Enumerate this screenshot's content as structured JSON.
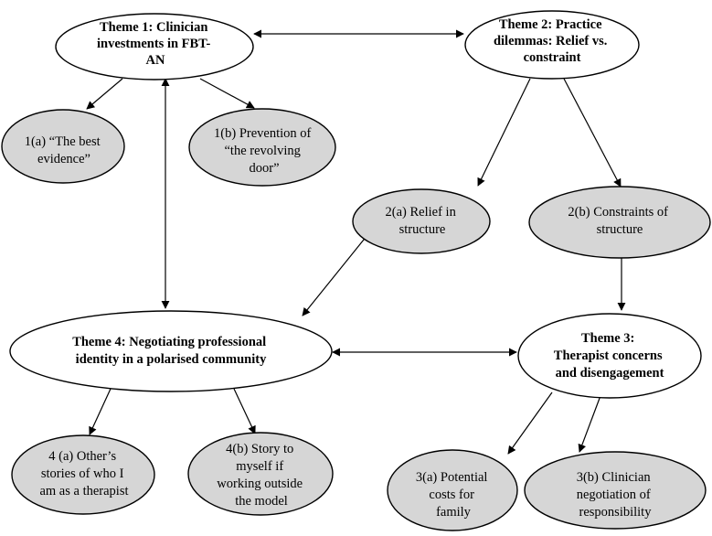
{
  "themes": {
    "t1": [
      "Theme 1: Clinician",
      "investments in FBT-",
      "AN"
    ],
    "t2": [
      "Theme 2: Practice",
      "dilemmas: Relief vs.",
      "constraint"
    ],
    "t3": [
      "Theme 3:",
      "Therapist concerns",
      "and disengagement"
    ],
    "t4": [
      "Theme 4: Negotiating professional",
      "identity in a polarised community"
    ]
  },
  "subthemes": {
    "s1a": [
      "1(a) “The best",
      "evidence”"
    ],
    "s1b": [
      "1(b) Prevention of",
      "“the revolving",
      "door”"
    ],
    "s2a": [
      "2(a) Relief in",
      "structure"
    ],
    "s2b": [
      "2(b) Constraints of",
      "structure"
    ],
    "s3a": [
      "3(a) Potential",
      "costs for",
      "family"
    ],
    "s3b": [
      "3(b) Clinician",
      "negotiation of",
      "responsibility"
    ],
    "s4a": [
      "4 (a) Other’s",
      "stories of who I",
      "am as a therapist"
    ],
    "s4b": [
      "4(b) Story to",
      "myself if",
      "working outside",
      "the model"
    ]
  },
  "colors": {
    "theme_fill": "#ffffff",
    "subtheme_fill": "#d6d6d6",
    "stroke": "#000000"
  }
}
